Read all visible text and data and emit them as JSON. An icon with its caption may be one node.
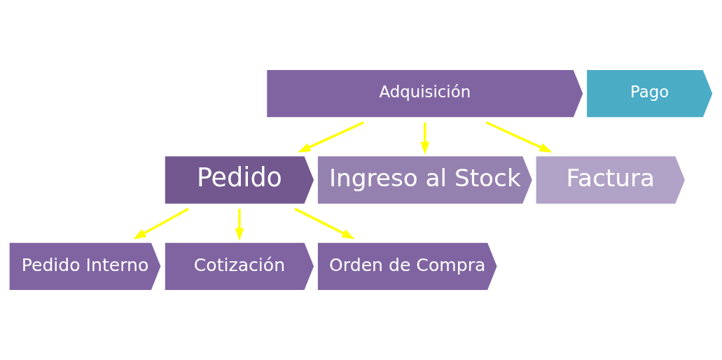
{
  "diagram": {
    "nodes": [
      {
        "text": [
          "Adquisición"
        ]
      },
      {
        "text": [
          "Pago"
        ]
      },
      {
        "text": [
          "Pedido"
        ]
      },
      {
        "text": [
          "Ingreso al Stock"
        ]
      },
      {
        "text": [
          "Factura"
        ]
      },
      {
        "text": [
          "Pedido Interno"
        ]
      },
      {
        "text": [
          "Cotización"
        ]
      },
      {
        "text": [
          "Orden de Compra"
        ]
      }
    ],
    "edges": [
      {
        "from": 0,
        "to": 2,
        "arrow": "to"
      },
      {
        "from": 0,
        "to": 3,
        "arrow": "to"
      },
      {
        "from": 0,
        "to": 4,
        "arrow": "to"
      },
      {
        "from": 2,
        "to": 5,
        "arrow": "to"
      },
      {
        "from": 2,
        "to": 6,
        "arrow": "to"
      },
      {
        "from": 2,
        "to": 7,
        "arrow": "to"
      }
    ]
  }
}
